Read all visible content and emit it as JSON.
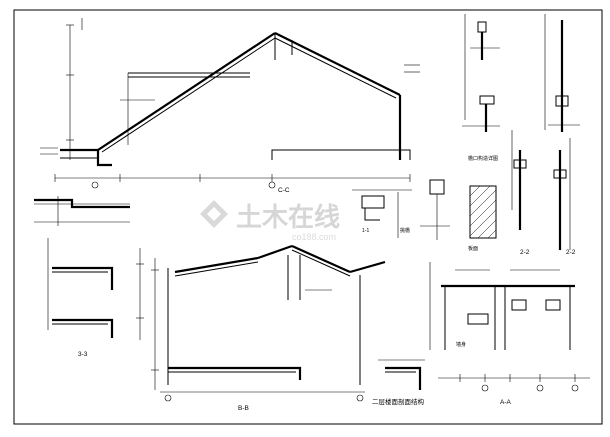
{
  "drawing": {
    "section_cc": "C-C",
    "section_bb": "B-B",
    "section_22": "2-2",
    "section_33": "3-3",
    "section_aa": "A-A",
    "label_1_1": "1-1",
    "label_2_2": "2-2",
    "eave_detail_title": "檐口构造详图",
    "floor_profile_title": "二层楼面剖面结构",
    "panel_label": "板面",
    "label_s": "墙身",
    "dim_note": "挑檐"
  },
  "watermark": {
    "brand": "土木在线",
    "site": "co188.com"
  }
}
